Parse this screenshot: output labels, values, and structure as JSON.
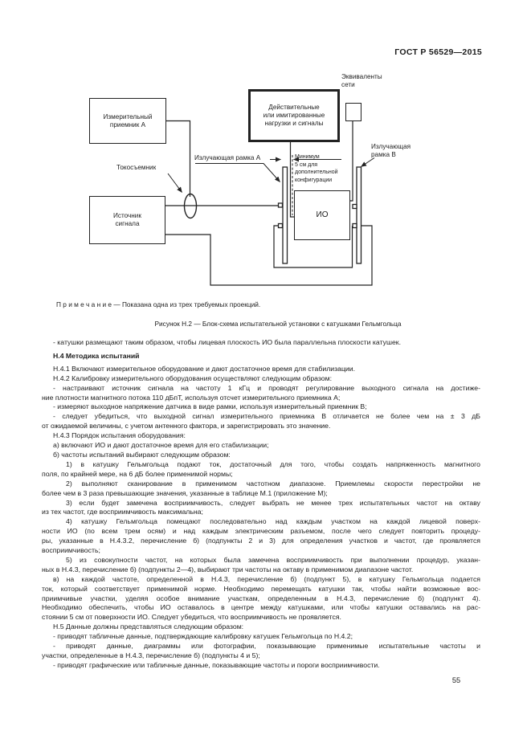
{
  "page": {
    "header": "ГОСТ Р 56529—2015",
    "page_number": "55"
  },
  "figure": {
    "boxes": {
      "receiver_a": {
        "line1": "Измерительный",
        "line2": "приемник А"
      },
      "source": {
        "line1": "Источник",
        "line2": "сигнала"
      },
      "loads": {
        "line1": "Действительные",
        "line2": "или имитированные",
        "line3": "нагрузки и сигналы"
      },
      "eut": "ИО"
    },
    "labels": {
      "mains_equivalents": {
        "line1": "Эквиваленты",
        "line2": "сети"
      },
      "frame_a": "Излучающая рамка А",
      "frame_b": {
        "line1": "Излучающая",
        "line2": "рамка В"
      },
      "current_clamp": "Токосъемник",
      "min_distance": {
        "line1": "Минимум",
        "line2": "5 см для",
        "line3": "дополнительной",
        "line4": "конфигурации"
      }
    },
    "note": "П р и м е ч а н и е — Показана одна из трех требуемых проекций.",
    "caption": "Рисунок Н.2 — Блок-схема испытательной установки с катушками Гельмгольца"
  },
  "body": {
    "lines": [
      {
        "t": "- катушки размещают таким образом, чтобы лицевая плоскость ИО была параллельна плоскости катушек.",
        "i": 14,
        "j": false,
        "b": false
      },
      {
        "t": "Н.4 Методика испытаний",
        "i": 14,
        "j": false,
        "b": true
      },
      {
        "t": "Н.4.1 Включают измерительное оборудование и дают достаточное время для стабилизации.",
        "i": 14,
        "j": false,
        "b": false
      },
      {
        "t": "Н.4.2 Калибровку измерительного оборудования осуществляют следующим образом:",
        "i": 14,
        "j": false,
        "b": false
      },
      {
        "t": "- настраивают источник сигнала на частоту 1 кГц и проводят регулирование выходного сигнала на достиже-",
        "i": 14,
        "j": true,
        "b": false
      },
      {
        "t": "ние плотности магнитного потока 110 дБпТ, используя отсчет измерительного приемника А;",
        "i": 0,
        "j": false,
        "b": false
      },
      {
        "t": "- измеряют выходное напряжение датчика в виде рамки, используя измерительный приемник В;",
        "i": 14,
        "j": false,
        "b": false
      },
      {
        "t": "- следует убедиться, что выходной сигнал измерительного приемника В отличается не более чем на ± 3 дБ",
        "i": 14,
        "j": true,
        "b": false
      },
      {
        "t": "от ожидаемой величины, с учетом антенного фактора, и зарегистрировать это значение.",
        "i": 0,
        "j": false,
        "b": false
      },
      {
        "t": "Н.4.3 Порядок испытания оборудования:",
        "i": 14,
        "j": false,
        "b": false
      },
      {
        "t": "а) включают ИО и дают достаточное время для его стабилизации;",
        "i": 14,
        "j": false,
        "b": false
      },
      {
        "t": "б) частоты испытаний выбирают следующим образом:",
        "i": 14,
        "j": false,
        "b": false
      },
      {
        "t": "1) в катушку Гельмгольца подают ток, достаточный для того, чтобы создать напряженность магнитного",
        "i": 30,
        "j": true,
        "b": false
      },
      {
        "t": "поля, по крайней мере, на 6 дБ более применимой нормы;",
        "i": 0,
        "j": false,
        "b": false
      },
      {
        "t": "2) выполняют сканирование в применимом частотном диапазоне. Приемлемы скорости перестройки не",
        "i": 30,
        "j": true,
        "b": false
      },
      {
        "t": "более чем в 3 раза превышающие значения, указанные в таблице М.1 (приложение М);",
        "i": 0,
        "j": false,
        "b": false
      },
      {
        "t": "3) если будет замечена восприимчивость, следует выбрать не менее трех испытательных частот на октаву",
        "i": 30,
        "j": true,
        "b": false
      },
      {
        "t": "из тех частот, где восприимчивость максимальна;",
        "i": 0,
        "j": false,
        "b": false
      },
      {
        "t": "4) катушку Гельмгольца помещают последовательно над каждым участком на каждой лицевой поверх-",
        "i": 30,
        "j": true,
        "b": false
      },
      {
        "t": "ности ИО (по всем трем осям) и над каждым электрическим разъемом, после чего следует повторить процеду-",
        "i": 0,
        "j": true,
        "b": false
      },
      {
        "t": "ры, указанные в Н.4.3.2, перечисление б) (подпункты 2 и 3) для определения участков и частот, где проявляется",
        "i": 0,
        "j": true,
        "b": false
      },
      {
        "t": "восприимчивость;",
        "i": 0,
        "j": false,
        "b": false
      },
      {
        "t": "5) из совокупности частот, на которых была замечена восприимчивость при выполнении процедур, указан-",
        "i": 30,
        "j": true,
        "b": false
      },
      {
        "t": "ных в Н.4.3, перечисление б) (подпункты 2—4), выбирают три частоты на октаву в применимом диапазоне частот.",
        "i": 0,
        "j": false,
        "b": false
      },
      {
        "t": "в) на каждой частоте, определенной в Н.4.3, перечисление б) (подпункт 5), в катушку Гельмгольца подается",
        "i": 14,
        "j": true,
        "b": false
      },
      {
        "t": "ток, который соответствует применимой норме. Необходимо перемещать катушки так, чтобы найти возможные вос-",
        "i": 0,
        "j": true,
        "b": false
      },
      {
        "t": "приимчивые участки, уделяя особое внимание участкам, определенным в Н.4.3, перечисление б) (подпункт 4).",
        "i": 0,
        "j": true,
        "b": false
      },
      {
        "t": "Необходимо обеспечить, чтобы ИО оставалось в центре между катушками, или чтобы катушки оставались на рас-",
        "i": 0,
        "j": true,
        "b": false
      },
      {
        "t": "стоянии 5 см от поверхности ИО. Следует убедиться, что восприимчивость не проявляется.",
        "i": 0,
        "j": false,
        "b": false
      },
      {
        "t": "Н.5 Данные должны представляться следующим образом:",
        "i": 14,
        "j": false,
        "b": false
      },
      {
        "t": "- приводят табличные данные, подтверждающие калибровку катушек Гельмгольца по Н.4.2;",
        "i": 14,
        "j": false,
        "b": false
      },
      {
        "t": "- приводят данные, диаграммы или фотографии, показывающие применимые испытательные частоты и",
        "i": 14,
        "j": true,
        "b": false
      },
      {
        "t": "участки, определенные в Н.4.3, перечисление б) (подпункты 4 и 5);",
        "i": 0,
        "j": false,
        "b": false
      },
      {
        "t": "- приводят графические или табличные данные, показывающие частоты и пороги восприимчивости.",
        "i": 14,
        "j": false,
        "b": false
      }
    ]
  }
}
